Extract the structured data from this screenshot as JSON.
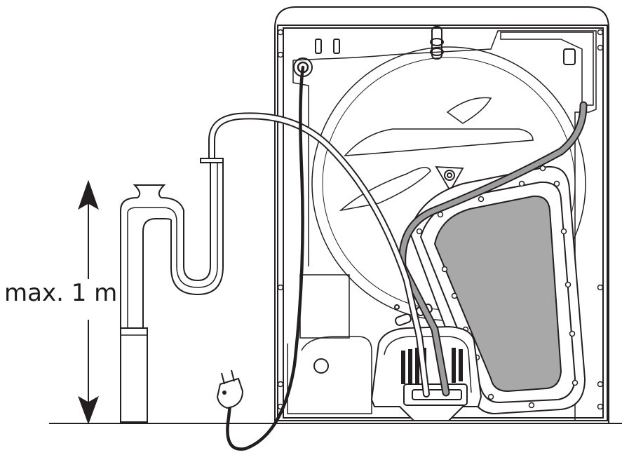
{
  "height_label": "max. 1 m",
  "colors": {
    "line": "#231f20",
    "hose_gray": "#9d9d9d",
    "panel_gray": "#a8a8a8",
    "background": "#ffffff"
  },
  "icons": [
    "power-plug-icon",
    "double-arrow-icon",
    "siphon-trap",
    "drain-hose",
    "washing-machine-back"
  ]
}
